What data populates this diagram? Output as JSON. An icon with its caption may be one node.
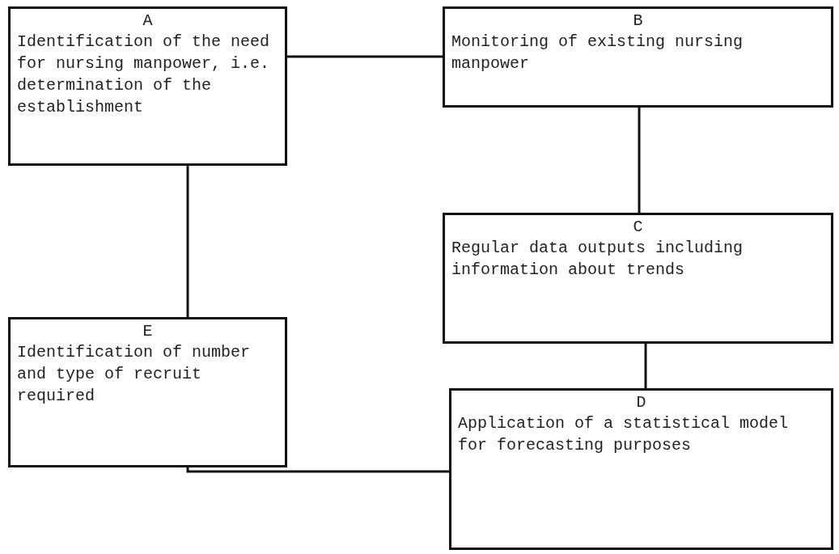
{
  "diagram": {
    "nodes": [
      {
        "text": [
          "A",
          "Identification of the need for nursing manpower, i.e. determination of the establishment"
        ]
      },
      {
        "text": [
          "B",
          "Monitoring of existing nursing manpower"
        ]
      },
      {
        "text": [
          "C",
          "Regular data outputs including information about trends"
        ]
      },
      {
        "text": [
          "D",
          "Application of a statistical model for forecasting purposes"
        ]
      },
      {
        "text": [
          "E",
          "Identification of number and type of recruit required"
        ]
      }
    ],
    "edges": [
      {
        "from": 0,
        "to": 1,
        "arrow": "none"
      },
      {
        "from": 1,
        "to": 2,
        "arrow": "none"
      },
      {
        "from": 2,
        "to": 3,
        "arrow": "none"
      },
      {
        "from": 0,
        "to": 4,
        "arrow": "none"
      },
      {
        "from": 4,
        "to": 3,
        "arrow": "none"
      }
    ]
  }
}
